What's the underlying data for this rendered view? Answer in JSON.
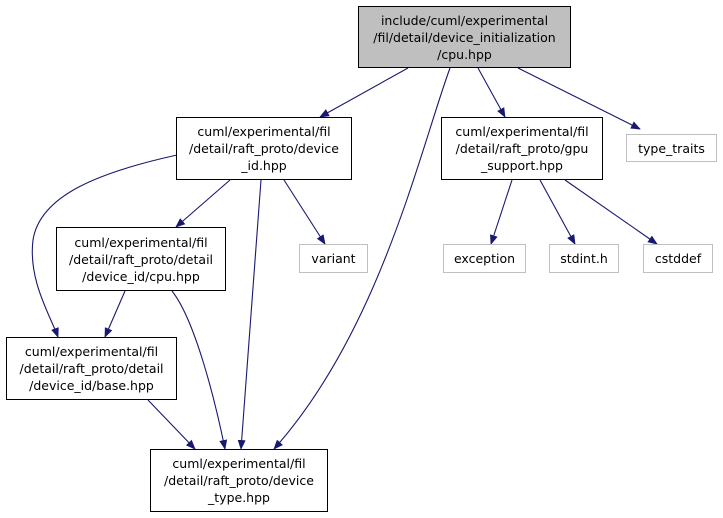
{
  "colors": {
    "edge": "#191970",
    "node_border": "#000000",
    "external_border": "#bfbfbf",
    "root_fill": "#bfbfbf"
  },
  "nodes": {
    "root": {
      "lines": [
        "include/cuml/experimental",
        "/fil/detail/device_initialization",
        "/cpu.hpp"
      ]
    },
    "device_id": {
      "lines": [
        "cuml/experimental/fil",
        "/detail/raft_proto/device",
        "_id.hpp"
      ]
    },
    "gpu_support": {
      "lines": [
        "cuml/experimental/fil",
        "/detail/raft_proto/gpu",
        "_support.hpp"
      ]
    },
    "type_traits": {
      "lines": [
        "type_traits"
      ]
    },
    "device_id_cpu": {
      "lines": [
        "cuml/experimental/fil",
        "/detail/raft_proto/detail",
        "/device_id/cpu.hpp"
      ]
    },
    "variant": {
      "lines": [
        "variant"
      ]
    },
    "exception": {
      "lines": [
        "exception"
      ]
    },
    "stdint": {
      "lines": [
        "stdint.h"
      ]
    },
    "cstddef": {
      "lines": [
        "cstddef"
      ]
    },
    "device_id_base": {
      "lines": [
        "cuml/experimental/fil",
        "/detail/raft_proto/detail",
        "/device_id/base.hpp"
      ]
    },
    "device_type": {
      "lines": [
        "cuml/experimental/fil",
        "/detail/raft_proto/device",
        "_type.hpp"
      ]
    }
  }
}
